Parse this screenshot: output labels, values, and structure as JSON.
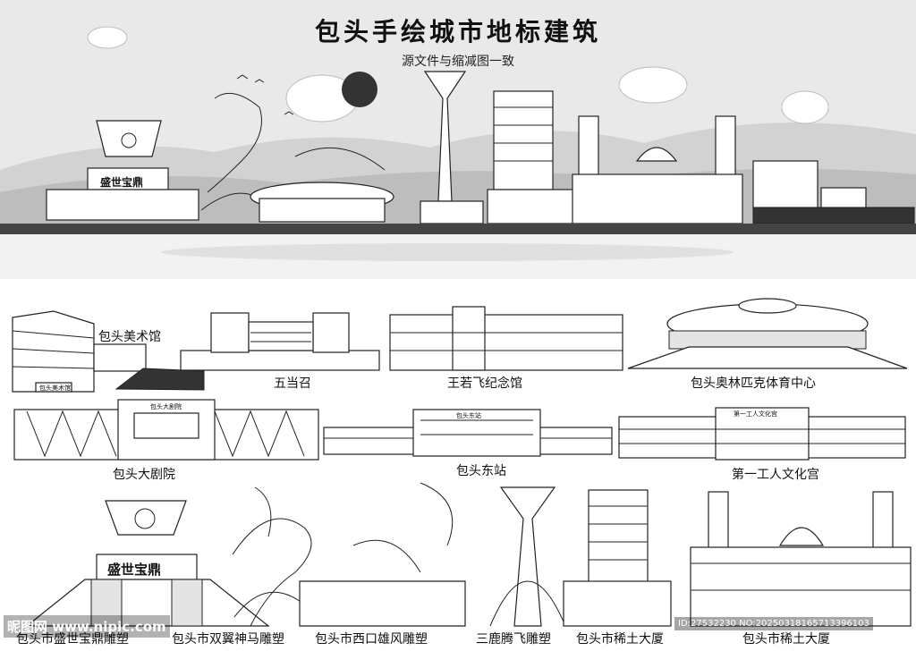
{
  "header": {
    "title": "包头手绘城市地标建筑",
    "subtitle": "源文件与缩减图一致"
  },
  "banner": {
    "plaque_text": "盛世宝鼎"
  },
  "landmarks": {
    "art_museum": "包头美术馆",
    "wudangzhao": "五当召",
    "wangruofei": "王若飞纪念馆",
    "olympic": "包头奥林匹克体育中心",
    "theatre": "包头大剧院",
    "east_station": "包头东站",
    "workers_palace": "第一工人文化宫",
    "shengshi": "包头市盛世宝鼎雕塑",
    "horse": "包头市双翼神马雕塑",
    "xikou": "包头市西口雄风雕塑",
    "deer": "三鹿腾飞雕塑",
    "rare_earth": "包头市稀土大厦",
    "rare_earth_2": "包头市稀土大厦"
  },
  "signs": {
    "ding_plaque": "盛世宝鼎",
    "art_museum_sign": "包头美术馆",
    "theatre_sign": "包头大剧院",
    "station_sign": "包头东站",
    "palace_sign": "第一工人文化宫"
  },
  "watermark": {
    "left": "昵图网 www.nipic.com",
    "right": "ID:27532230 NO:20250318165713396103"
  },
  "colors": {
    "sky_gray": "#e6e6e6",
    "ink": "#222222",
    "ground": "#555555"
  }
}
